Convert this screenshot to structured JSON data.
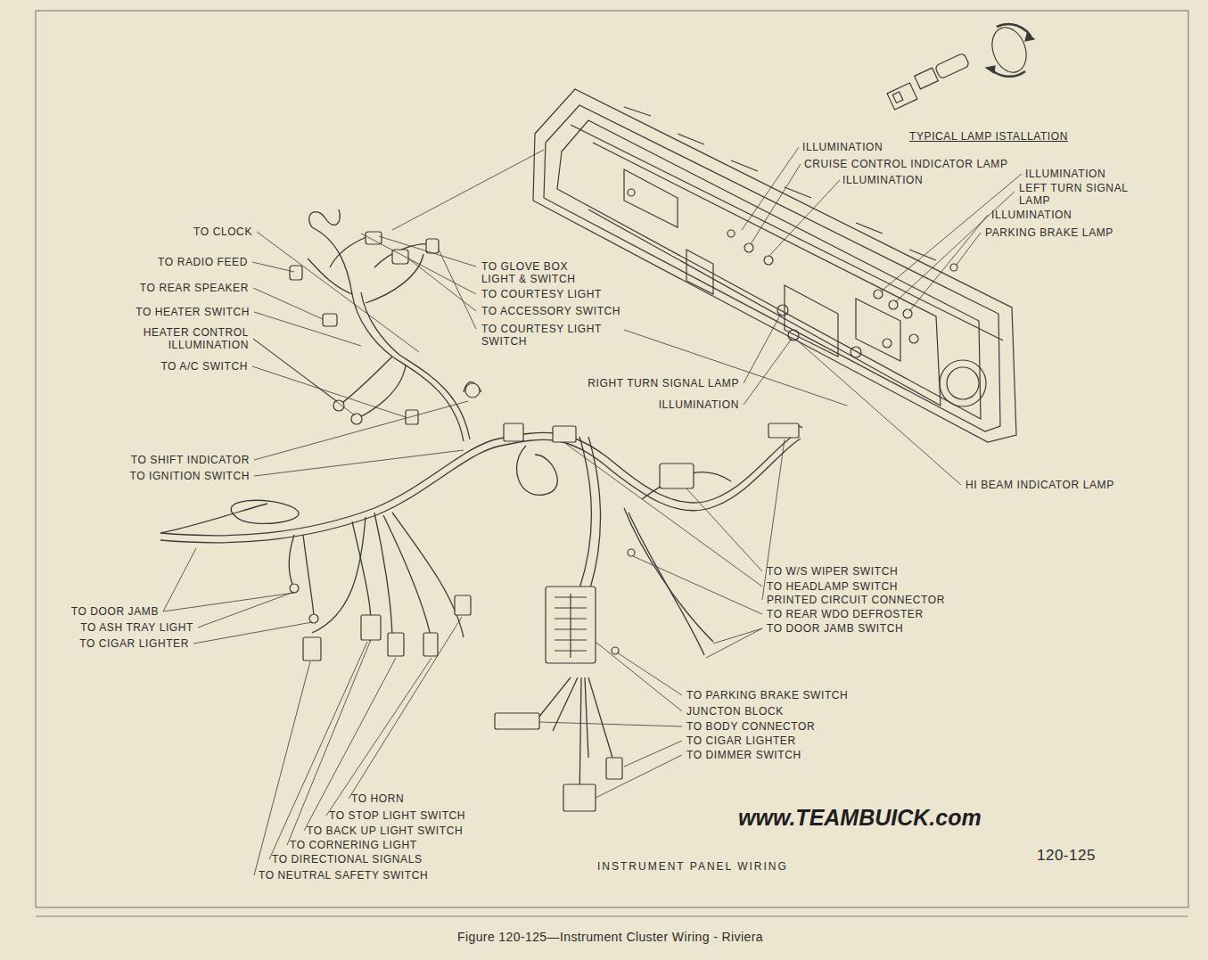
{
  "diagram": {
    "caption": "Figure 120-125—Instrument Cluster Wiring - Riviera",
    "labels": [
      "TYPICAL LAMP ISTALLATION",
      "ILLUMINATION",
      "CRUISE CONTROL INDICATOR LAMP",
      "ILLUMINATION",
      "ILLUMINATION",
      "LEFT TURN SIGNAL LAMP",
      "ILLUMINATION",
      "PARKING BRAKE LAMP",
      "TO CLOCK",
      "TO RADIO FEED",
      "TO REAR SPEAKER",
      "TO HEATER SWITCH",
      "HEATER CONTROL ILLUMINATION",
      "TO A/C SWITCH",
      "TO GLOVE BOX LIGHT & SWITCH",
      "TO COURTESY LIGHT",
      "TO ACCESSORY SWITCH",
      "TO COURTESY LIGHT SWITCH",
      "RIGHT TURN SIGNAL LAMP",
      "ILLUMINATION",
      "TO SHIFT INDICATOR",
      "TO IGNITION SWITCH",
      "HI BEAM INDICATOR LAMP",
      "TO W/S WIPER SWITCH",
      "TO HEADLAMP SWITCH",
      "PRINTED CIRCUIT CONNECTOR",
      "TO REAR WDO DEFROSTER",
      "TO DOOR JAMB SWITCH",
      "TO DOOR JAMB",
      "TO ASH TRAY LIGHT",
      "TO CIGAR LIGHTER",
      "TO PARKING BRAKE SWITCH",
      "JUNCTON BLOCK",
      "TO BODY CONNECTOR",
      "TO CIGAR LIGHTER",
      "TO DIMMER SWITCH",
      "TO HORN",
      "TO STOP LIGHT SWITCH",
      "TO BACK UP LIGHT SWITCH",
      "TO CORNERING LIGHT",
      "TO DIRECTIONAL SIGNALS",
      "TO NEUTRAL SAFETY SWITCH",
      "www.TEAMBUICK.com",
      "INSTRUMENT PANEL WIRING",
      "120-125"
    ]
  }
}
